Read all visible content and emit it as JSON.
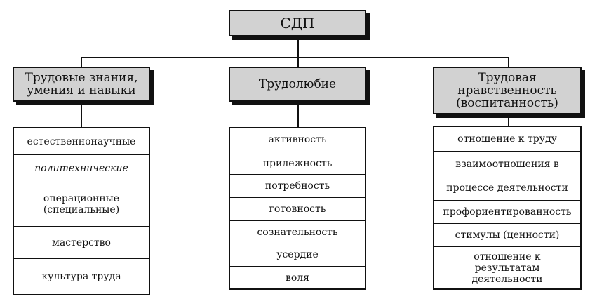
{
  "root": {
    "label": "СДП"
  },
  "branches": [
    {
      "title": "Трудовые знания, умения и навыки",
      "items": [
        "естественнонаучные",
        "политехнические",
        "операционные (специальные)",
        "мастерство",
        "культура труда"
      ]
    },
    {
      "title": "Трудолюбие",
      "items": [
        "активность",
        "прилежность",
        "потребность",
        "готовность",
        "сознательность",
        "усердие",
        "воля"
      ]
    },
    {
      "title": "Трудовая нравственность (воспитанность)",
      "items": [
        "отношение к труду",
        "взаимоотношения в",
        "процессе деятельности",
        "профориентированность",
        "стимулы (ценности)",
        "отношение к результатам деятельности"
      ]
    }
  ]
}
